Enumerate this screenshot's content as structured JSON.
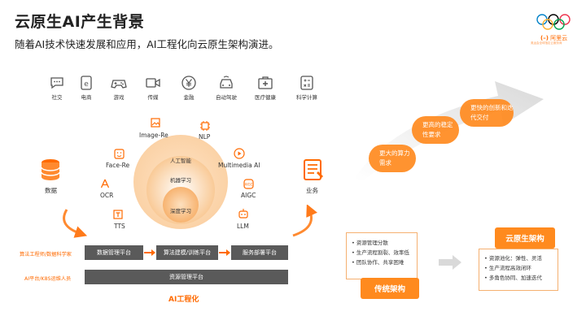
{
  "header": {
    "title": "云原生AI产生背景",
    "subtitle": "随着AI技术快速发展和应用，AI工程化向云原生架构演进。"
  },
  "logo": {
    "name": "阿里云",
    "tagline": "奥运会全球指定云服务商"
  },
  "industries": [
    {
      "label": "社交",
      "icon": "chat-icon"
    },
    {
      "label": "电商",
      "icon": "ecommerce-icon"
    },
    {
      "label": "游戏",
      "icon": "gamepad-icon"
    },
    {
      "label": "传媒",
      "icon": "video-camera-icon"
    },
    {
      "label": "金融",
      "icon": "yen-icon"
    },
    {
      "label": "自动驾驶",
      "icon": "car-icon"
    },
    {
      "label": "医疗健康",
      "icon": "medical-kit-icon"
    },
    {
      "label": "科学计算",
      "icon": "calculator-icon"
    }
  ],
  "capabilities": {
    "image_re": "Image-Re",
    "nlp": "NLP",
    "face_re": "Face-Re",
    "multimedia": "Multimedia AI",
    "ocr": "OCR",
    "aigc": "AIGC",
    "tts": "TTS",
    "llm": "LLM"
  },
  "circles": {
    "outer": "人工智能",
    "middle": "机器学习",
    "inner": "深度学习"
  },
  "sides": {
    "data": "数据",
    "business": "业务"
  },
  "platforms": {
    "data_mgmt": "数据管理平台",
    "algo": "算法建模/训练平台",
    "service": "服务部署平台",
    "resource": "资源管理平台",
    "role1": "算法工程师/数据科学家",
    "role2": "AI平台/K8S运维人员",
    "footer": "AI工程化"
  },
  "evolution": {
    "step1": "更大的算力需求",
    "step2": "更高的稳定性要求",
    "step3": "更快的创新和迭代交付"
  },
  "traditional": {
    "title": "传统架构",
    "items": [
      "资源管理分散",
      "生产流程割裂、效率低",
      "团队协作、共享困难"
    ]
  },
  "cloud_native": {
    "title": "云原生架构",
    "items": [
      "资源池化：弹性、灵活",
      "生产流程高效闭环",
      "多角色协同、加速迭代"
    ]
  },
  "colors": {
    "accent": "#ff6a00",
    "bar": "#5a5a5a"
  }
}
